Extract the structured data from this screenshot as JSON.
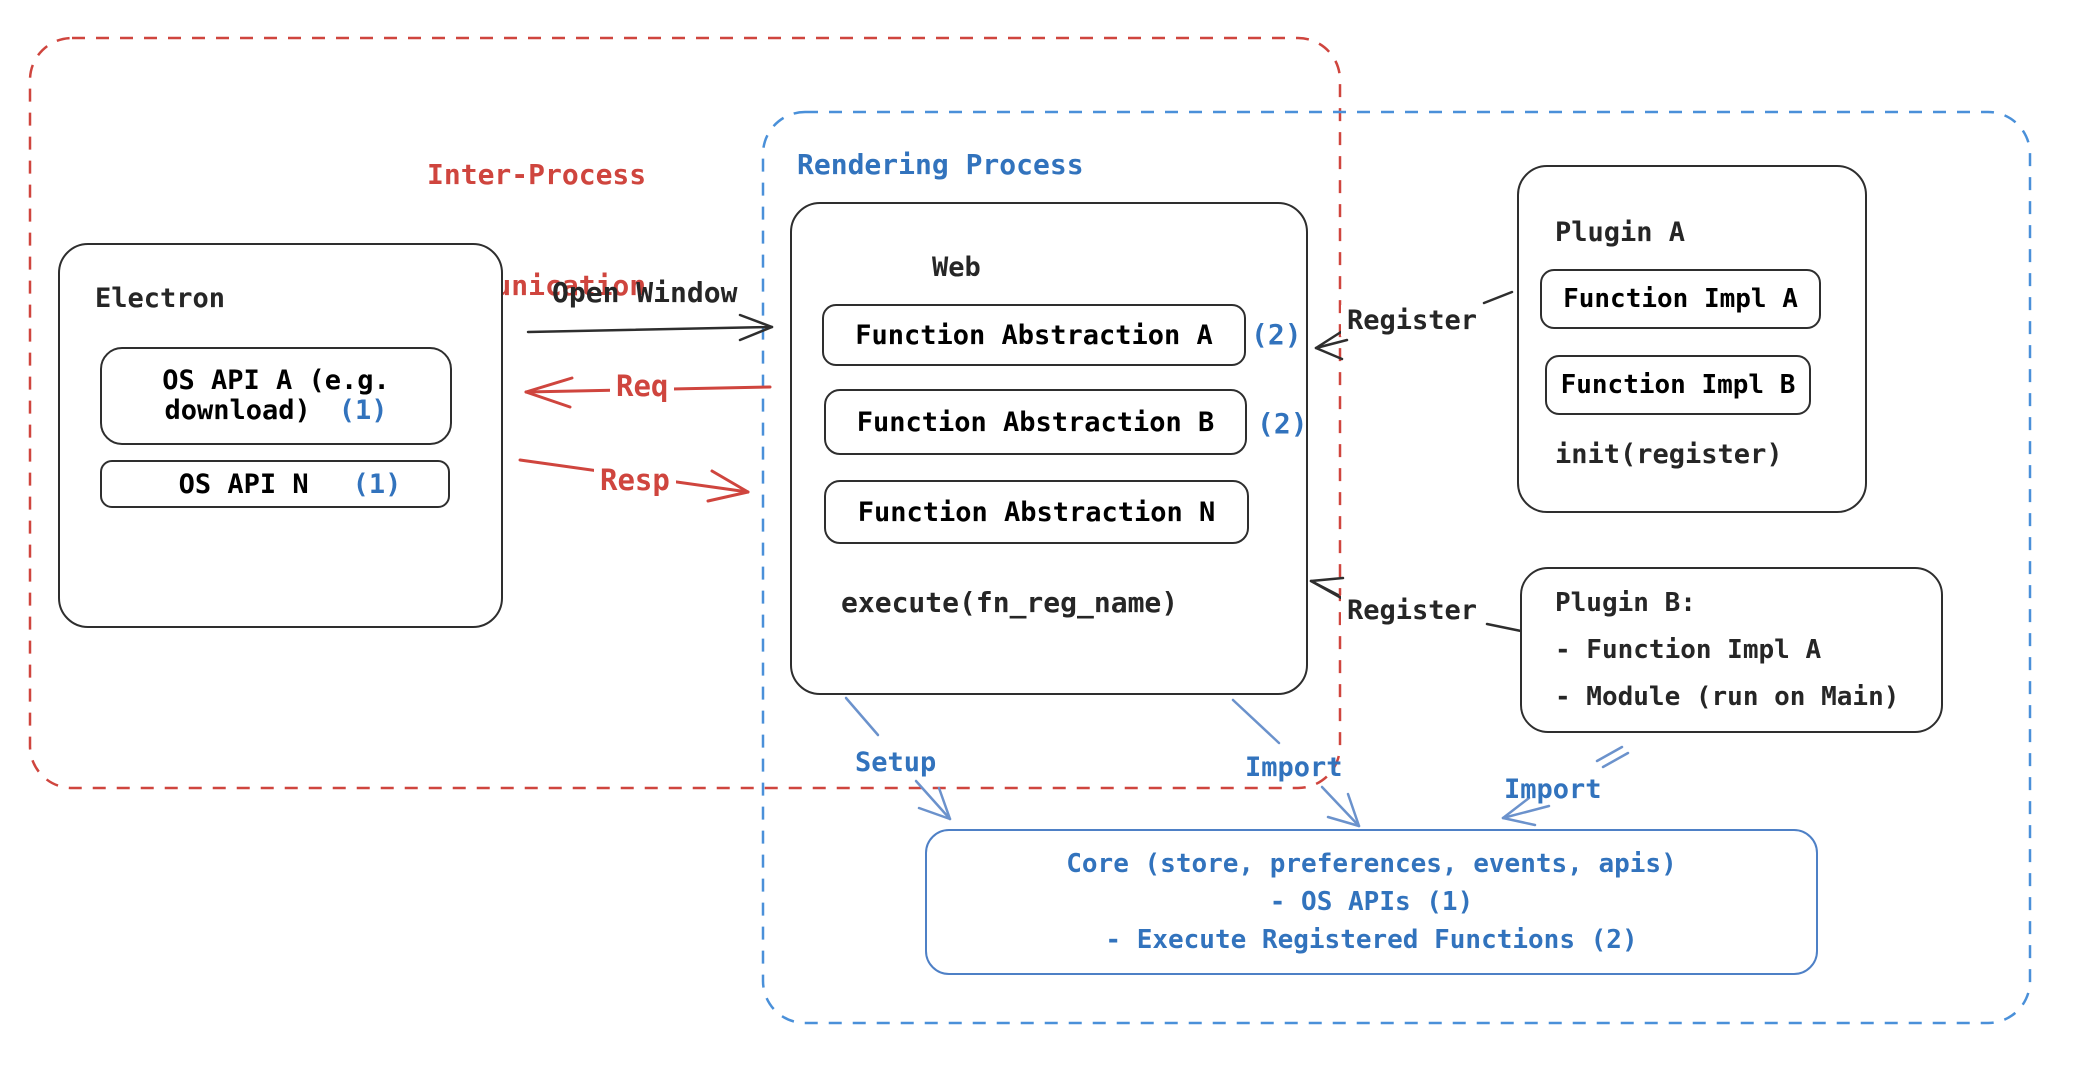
{
  "diagram": {
    "ipc": {
      "title_line1": "Inter-Process",
      "title_line2": "Communication"
    },
    "rendering": {
      "label": "Rendering Process"
    },
    "electron": {
      "title": "Electron",
      "os_api_a_line1": "OS API A (e.g.",
      "os_api_a_line2": "download)",
      "os_api_a_ref": "(1)",
      "os_api_n": "OS API N",
      "os_api_n_ref": "(1)"
    },
    "web": {
      "title": "Web",
      "items": [
        {
          "label": "Function Abstraction A",
          "ref": "(2)"
        },
        {
          "label": "Function Abstraction B",
          "ref": "(2)"
        },
        {
          "label": "Function Abstraction N",
          "ref": ""
        }
      ],
      "execute": "execute(fn_reg_name)"
    },
    "plugin_a": {
      "title": "Plugin A",
      "impl_a": "Function Impl A",
      "impl_b": "Function Impl B",
      "init": "init(register)"
    },
    "plugin_b": {
      "line1": "Plugin B:",
      "line2": "- Function Impl A",
      "line3": "- Module (run on Main)"
    },
    "core": {
      "line1": "Core (store, preferences, events, apis)",
      "line2": "- OS APIs (1)",
      "line3": "- Execute Registered Functions (2)"
    },
    "labels": {
      "open_window": "Open Window",
      "req": "Req",
      "resp": "Resp",
      "register_top": "Register",
      "register_bottom": "Register",
      "setup": "Setup",
      "import_mid": "Import",
      "import_right": "Import"
    },
    "colors": {
      "red": "#cf453e",
      "blue": "#3273bd",
      "black": "#262626",
      "light_blue_arrow": "#6b92cc",
      "blue_dash": "#4a90d9",
      "core_border": "#4e80c6"
    }
  }
}
